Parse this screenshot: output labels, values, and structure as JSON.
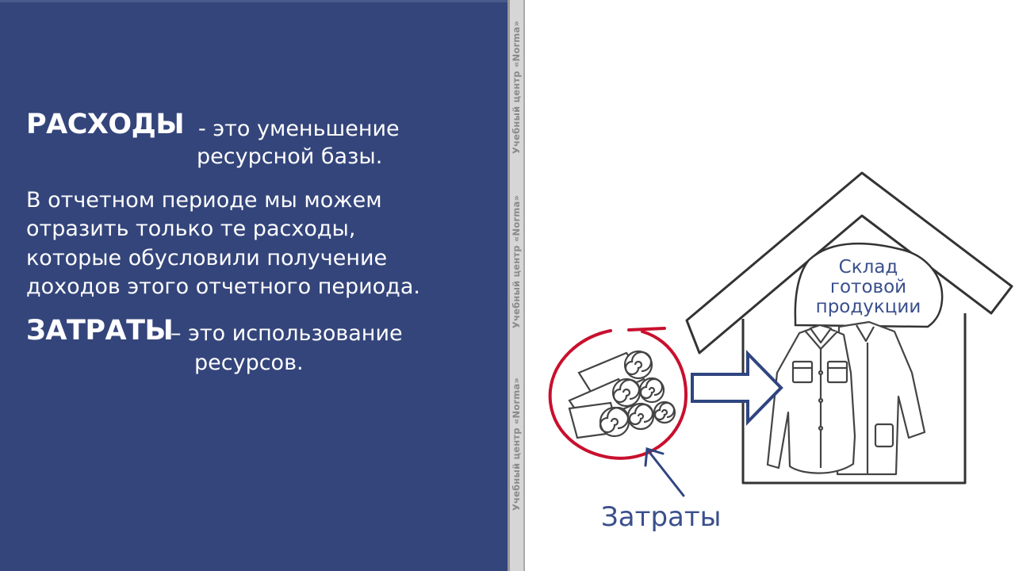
{
  "slide": {
    "rashody_word": "РАСХОДЫ",
    "rashody_def_line1": "-  это уменьшение",
    "rashody_def_line2": "ресурсной базы.",
    "period_line1": "В отчетном периоде мы можем",
    "period_line2": "отразить только те расходы,",
    "period_line3": "которые обусловили получение",
    "period_line4": "доходов  этого отчетного периода.",
    "zatraty_word": "ЗАТРАТЫ",
    "zatraty_def_line1": "– это использование",
    "zatraty_def_line2": "ресурсов."
  },
  "watermark": {
    "text": "Учебный центр «Norma»"
  },
  "illustration": {
    "warehouse_line1": "Склад",
    "warehouse_line2": "готовой",
    "warehouse_line3": "продукции",
    "costs_label": "Затраты",
    "icons": [
      "fabric-rolls-icon",
      "house-icon",
      "arrow-right-icon",
      "shirt-icon",
      "coat-icon",
      "pointer-arrow-icon"
    ],
    "colors": {
      "panel_bg": "#34457b",
      "arrow_blue": "#2f4580",
      "circle_red": "#c8102e",
      "label_blue": "#3a4f8c"
    }
  }
}
